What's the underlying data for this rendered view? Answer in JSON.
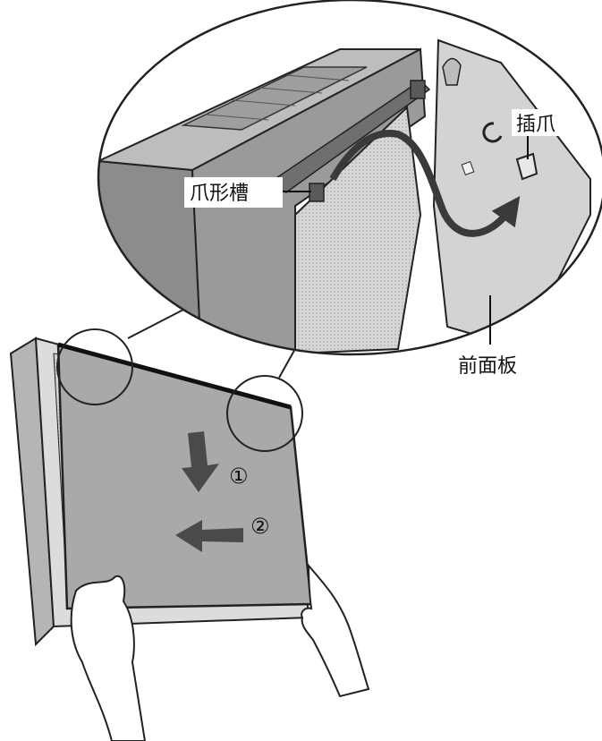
{
  "labels": {
    "claw_slot": "爪形槽",
    "insert_claw": "插爪",
    "front_panel": "前面板"
  },
  "steps": {
    "step1": "①",
    "step2": "②"
  },
  "colors": {
    "panel_gray": "#a9a9a9",
    "filter_gray": "#c4c4c4",
    "arrow_gray": "#4a4a4a",
    "outline": "#222222"
  }
}
